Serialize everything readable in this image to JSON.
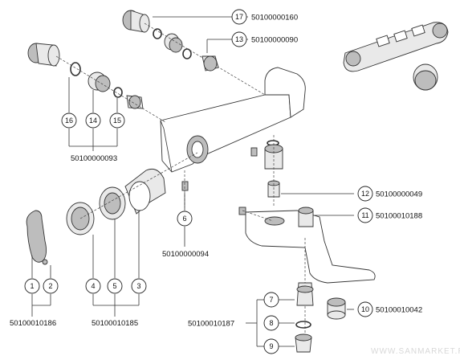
{
  "callouts": {
    "c1": "1",
    "c2": "2",
    "c3": "3",
    "c4": "4",
    "c5": "5",
    "c6": "6",
    "c7": "7",
    "c8": "8",
    "c9": "9",
    "c10": "10",
    "c11": "11",
    "c12": "12",
    "c13": "13",
    "c14": "14",
    "c15": "15",
    "c16": "16",
    "c17": "17"
  },
  "article_codes": {
    "a17": "50100000160",
    "a13": "50100000090",
    "a_16_14_15": "50100000093",
    "a12": "50100000049",
    "a11": "50100010188",
    "a6": "50100000094",
    "a10": "50100010042",
    "a_1_2": "50100010186",
    "a_4_5_3": "50100010185",
    "a_7_8_9": "50100010187"
  },
  "watermark": "WWW.SANMARKET.RU"
}
